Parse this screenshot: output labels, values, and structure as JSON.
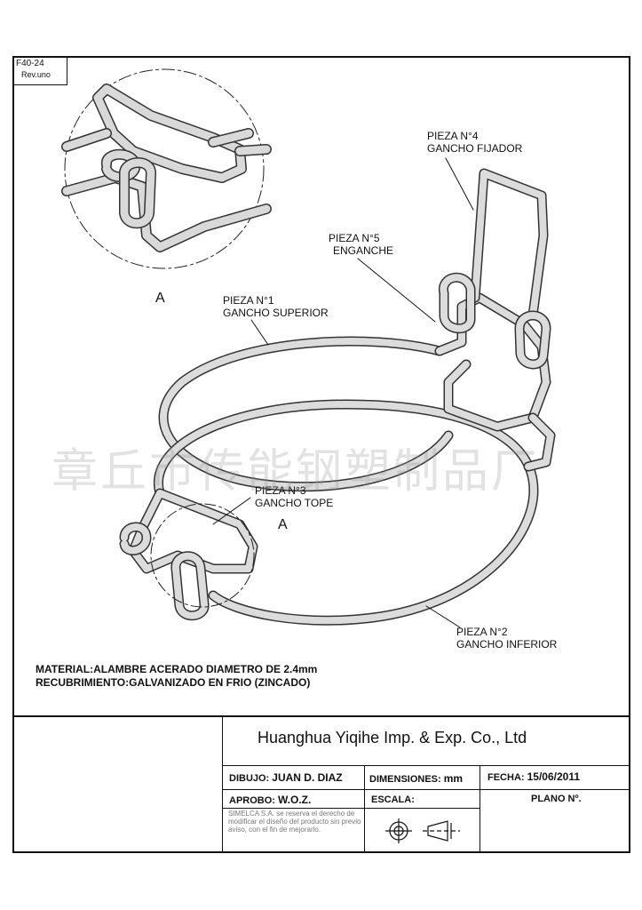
{
  "sheet": {
    "code": "F40-24",
    "rev": "Rev.uno"
  },
  "detail": {
    "letter": "A",
    "callout_letter": "A"
  },
  "parts": {
    "p4": {
      "line1": "PIEZA N°4",
      "line2": "GANCHO FIJADOR"
    },
    "p5": {
      "line1": "PIEZA N°5",
      "line2": "ENGANCHE"
    },
    "p1": {
      "line1": "PIEZA N°1",
      "line2": "GANCHO SUPERIOR"
    },
    "p3": {
      "line1": "PIEZA N°3",
      "line2": "GANCHO TOPE"
    },
    "p2": {
      "line1": "PIEZA N°2",
      "line2": "GANCHO INFERIOR"
    }
  },
  "watermark": "章丘市传能钢塑制品厂",
  "material": {
    "line1": "MATERIAL:ALAMBRE ACERADO DIAMETRO DE 2.4mm",
    "line2": "RECUBRIMIENTO:GALVANIZADO EN FRIO (ZINCADO)"
  },
  "title_block": {
    "company": "Huanghua Yiqihe Imp. & Exp. Co., Ltd",
    "dibujo_label": "DIBUJO:",
    "dibujo_value": "JUAN D. DIAZ",
    "dimensiones_label": "DIMENSIONES:",
    "dimensiones_value": "mm",
    "fecha_label": "FECHA:",
    "fecha_value": "15/06/2011",
    "aprobo_label": "APROBO:",
    "aprobo_value": "W.O.Z.",
    "escala_label": "ESCALA:",
    "plano_label": "PLANO Nº.",
    "note": "SIMELCA S.A. se reserva el derecho de modificar el diseño del producto sin previo aviso, con el fin de mejorarlo."
  }
}
